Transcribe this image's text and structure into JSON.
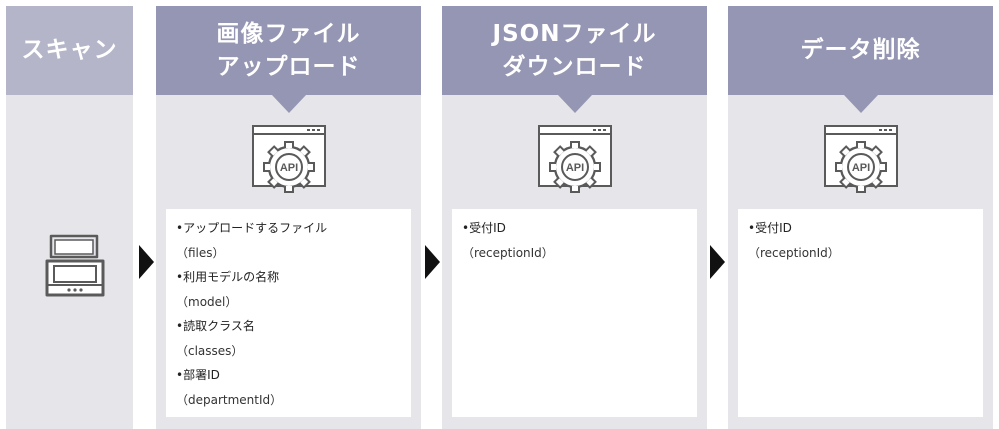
{
  "steps": [
    {
      "title_lines": [
        "スキャン"
      ]
    },
    {
      "title_lines": [
        "画像ファイル",
        "アップロード"
      ],
      "params": [
        "•アップロードするファイル",
        "（files）",
        "•利用モデルの名称",
        "（model）",
        "•読取クラス名",
        "（classes）",
        "•部署ID",
        "（departmentId）"
      ]
    },
    {
      "title_lines": [
        "JSONファイル",
        "ダウンロード"
      ],
      "params": [
        "•受付ID",
        "（receptionId）"
      ]
    },
    {
      "title_lines": [
        "データ削除"
      ],
      "params": [
        "•受付ID",
        "（receptionId）"
      ]
    }
  ],
  "icons": {
    "scan": "scanner-icon",
    "api": "api-gear-window-icon",
    "api_label": "API",
    "arrow": "right-triangle-arrow"
  },
  "colors": {
    "header": "#9596b3",
    "header_light": "#b4b5c8",
    "column_bg": "#e6e6ea",
    "icon": "#5a5a5a"
  }
}
